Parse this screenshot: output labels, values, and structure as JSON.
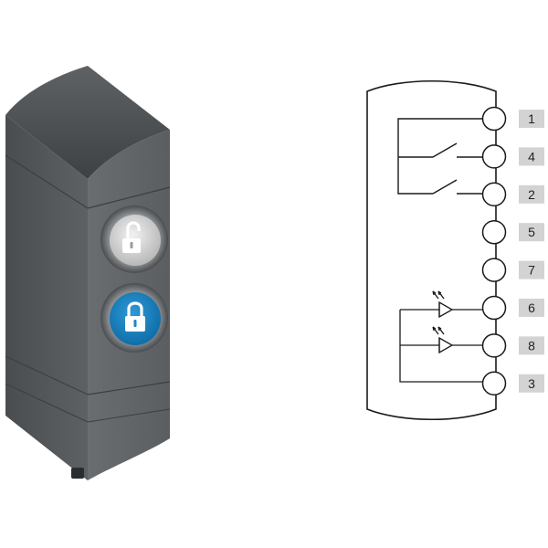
{
  "product": {
    "unlock_button_icon": "unlocked-padlock-icon",
    "lock_button_icon": "locked-padlock-icon",
    "colors": {
      "housing": "#5b5e61",
      "unlock_button": "#d9d9d9",
      "lock_button": "#1d86c8"
    }
  },
  "wiring": {
    "pins": [
      {
        "label": "1"
      },
      {
        "label": "4"
      },
      {
        "label": "2"
      },
      {
        "label": "5"
      },
      {
        "label": "7"
      },
      {
        "label": "6"
      },
      {
        "label": "8"
      },
      {
        "label": "3"
      }
    ],
    "colors": {
      "line": "#1a1a1a",
      "label_box": "#d3d3d3"
    },
    "led_icon": "led-diode-icon",
    "switch_icon": "switch-contact-icon"
  }
}
